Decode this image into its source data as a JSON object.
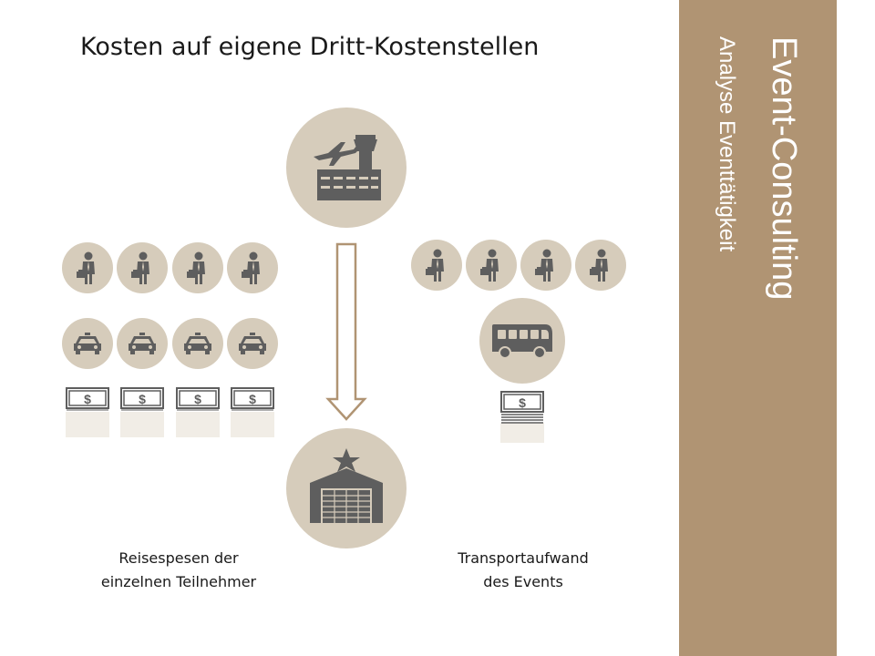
{
  "title": "Kosten auf eigene Dritt-Kostenstellen",
  "sidebar": {
    "main_label": "Event-Consulting",
    "sub_label": "Analyse Eventtätigkeit",
    "color": "#b09473"
  },
  "captions": {
    "left_line1": "Reisespesen der",
    "left_line2": "einzelnen Teilnehmer",
    "right_line1": "Transportaufwand",
    "right_line2": "des Events"
  },
  "icons": {
    "top": "airport-icon",
    "bottom": "event-hall-icon",
    "left_row1": "businessman-icon",
    "left_row2": "taxi-icon",
    "left_row3": "money-icon",
    "right_row1": "businessman-icon",
    "right_row2": "bus-icon",
    "right_row3": "money-stack-icon"
  },
  "colors": {
    "circle_fill": "#d6ccbb",
    "icon_fill": "#5e5e5e",
    "arrow_stroke": "#b09473"
  }
}
